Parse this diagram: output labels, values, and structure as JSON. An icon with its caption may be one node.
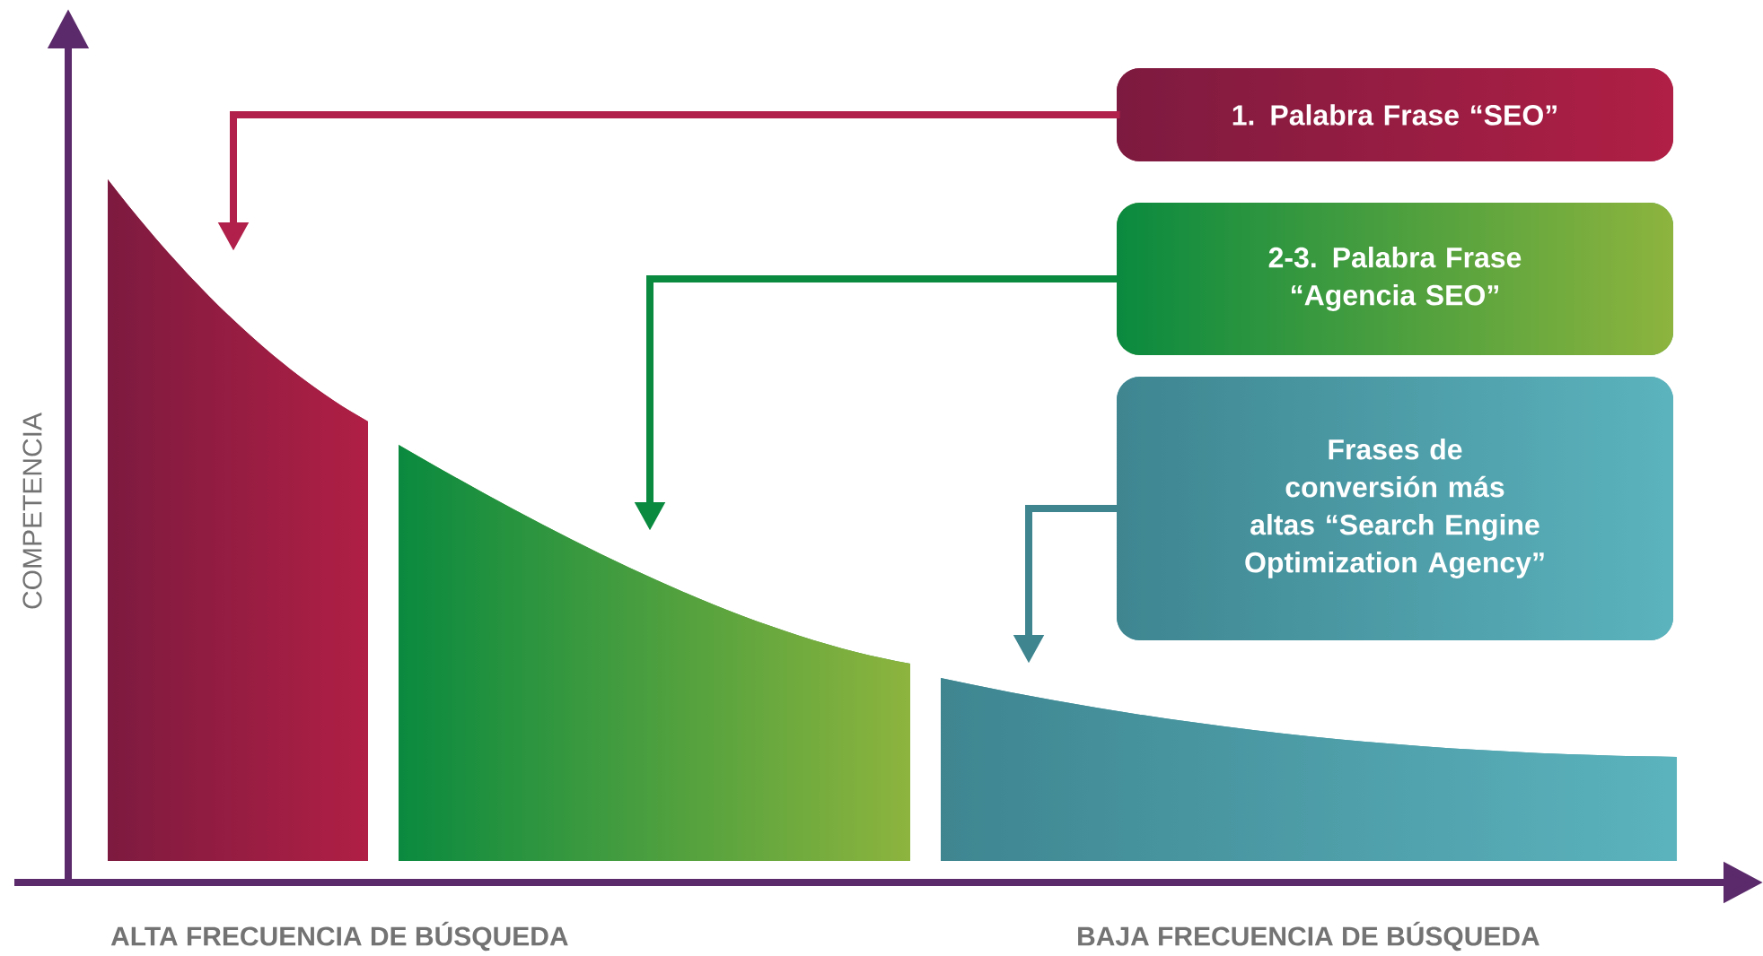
{
  "diagram": {
    "nodes": [
      {
        "text": [
          "1. Palabra Frase “SEO”"
        ]
      },
      {
        "text": [
          "2-3. Palabra Frase “Agencia SEO”"
        ]
      },
      {
        "text": [
          "Frases de conversión más altas “Search Engine Optimization Agency”"
        ]
      },
      {
        "text": [],
        "shape": "bar"
      },
      {
        "text": [],
        "shape": "bar"
      },
      {
        "text": [],
        "shape": "bar"
      }
    ],
    "edges": [
      {
        "from": 0,
        "to": 3,
        "arrow": "to",
        "color": "#b0204a"
      },
      {
        "from": 1,
        "to": 4,
        "arrow": "to",
        "color": "#0a8a3f"
      },
      {
        "from": 2,
        "to": 5,
        "arrow": "to",
        "color": "#3e8590"
      }
    ],
    "labels": [
      "COMPETENCIA",
      "ALTA FRECUENCIA DE BÚSQUEDA",
      "BAJA FRECUENCIA DE BÚSQUEDA"
    ]
  }
}
